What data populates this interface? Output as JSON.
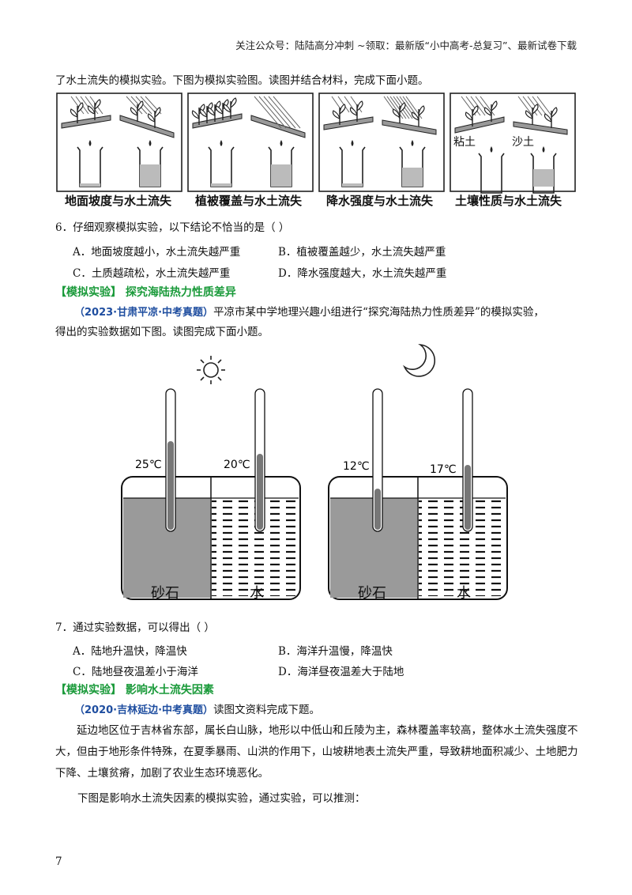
{
  "header": {
    "text": "关注公众号：陆陆高分冲刺  ~领取：最新版“小中高考-总复习”、最新试卷下载"
  },
  "intro_line": "了水土流失的模拟实验。下图为模拟实验图。读图并结合材料，完成下面小题。",
  "experiments": {
    "captions": [
      "地面坡度与水土流失",
      "植被覆盖与水土流失",
      "降水强度与水土流失",
      "土壤性质与水土流失"
    ],
    "soil_labels": [
      "粘土",
      "沙土"
    ]
  },
  "q6": {
    "stem": "6．仔细观察模拟实验，以下结论不恰当的是（    ）",
    "options": [
      "A．地面坡度越小，水土流失越严重",
      "B．植被覆盖越少，水土流失越严重",
      "C．土质越疏松，水土流失越严重",
      "D．降水强度越大，水土流失越严重"
    ]
  },
  "section1": {
    "title": "【模拟实验】  探究海陆热力性质差异",
    "source": "（2023·甘肃平凉·中考真题）",
    "text_a": "平凉市某中学地理兴趣小组进行“探究海陆热力性质差异”的模拟实验，",
    "text_b": "得出的实验数据如下图。读图完成下面小题。"
  },
  "thermo": {
    "day": {
      "sand_temp": "25℃",
      "water_temp": "20℃"
    },
    "night": {
      "sand_temp": "12℃",
      "water_temp": "17℃"
    },
    "sand_label": "砂石",
    "water_label": "水"
  },
  "q7": {
    "stem": "7．通过实验数据，可以得出（    ）",
    "options": [
      "A．陆地升温快，降温快",
      "B．海洋升温慢，降温快",
      "C．陆地昼夜温差小于海洋",
      "D．海洋昼夜温差大于陆地"
    ]
  },
  "section2": {
    "title": "【模拟实验】  影响水土流失因素",
    "source": "（2020·吉林延边·中考真题）",
    "source_tail": "读图文资料完成下题。",
    "paragraph": "延边地区位于吉林省东部，属长白山脉，地形以中低山和丘陵为主，森林覆盖率较高，整体水土流失强度不大，但由于地形条件特殊，在夏季暴雨、山洪的作用下，山坡耕地表土流失严重，导致耕地面积减少、土地肥力下降、土壤贫瘠，加剧了农业生态环境恶化。",
    "last_line": "下图是影响水土流失因素的模拟实验，通过实验，可以推测："
  },
  "page_number": "7"
}
